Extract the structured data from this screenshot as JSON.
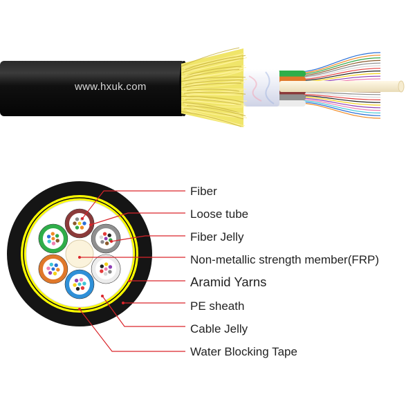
{
  "brand": {
    "website": "www.hxuk.com"
  },
  "colors": {
    "sheath": "#151515",
    "aramid": "#f0e56a",
    "aramid_shade": "#c9b440",
    "leader_line": "#d9242a",
    "water_blocking_tape": "#ffff00",
    "cable_jelly": "#ffffff",
    "frp": "#fbf3dc",
    "fiber_jelly": "#ffffff"
  },
  "loose_tubes": [
    {
      "name": "brown-tube",
      "color": "#8b3a3a"
    },
    {
      "name": "gray-tube",
      "color": "#8f8f8f"
    },
    {
      "name": "white-tube",
      "color": "#ececec"
    },
    {
      "name": "blue-tube",
      "color": "#2f90d8"
    },
    {
      "name": "orange-tube",
      "color": "#e0782a"
    },
    {
      "name": "green-tube",
      "color": "#2fae4a"
    }
  ],
  "fiber_colors": [
    "#2a6fd6",
    "#f08a24",
    "#2fa84a",
    "#8b5a2b",
    "#8a8a8a",
    "#d8d8d8",
    "#e33b3b",
    "#222222",
    "#f3d21a",
    "#8e3fb5",
    "#ef7fb0",
    "#3ec6d6"
  ],
  "callouts": [
    {
      "key": "fiber",
      "label": "Fiber"
    },
    {
      "key": "loose_tube",
      "label": "Loose tube"
    },
    {
      "key": "fiber_jelly",
      "label": "Fiber Jelly"
    },
    {
      "key": "frp",
      "label": "Non-metallic strength member(FRP)"
    },
    {
      "key": "aramid_yarns",
      "label": "Aramid Yarns"
    },
    {
      "key": "pe_sheath",
      "label": "PE sheath"
    },
    {
      "key": "cable_jelly",
      "label": "Cable Jelly"
    },
    {
      "key": "water_blocking_tape",
      "label": "Water Blocking Tape"
    }
  ]
}
